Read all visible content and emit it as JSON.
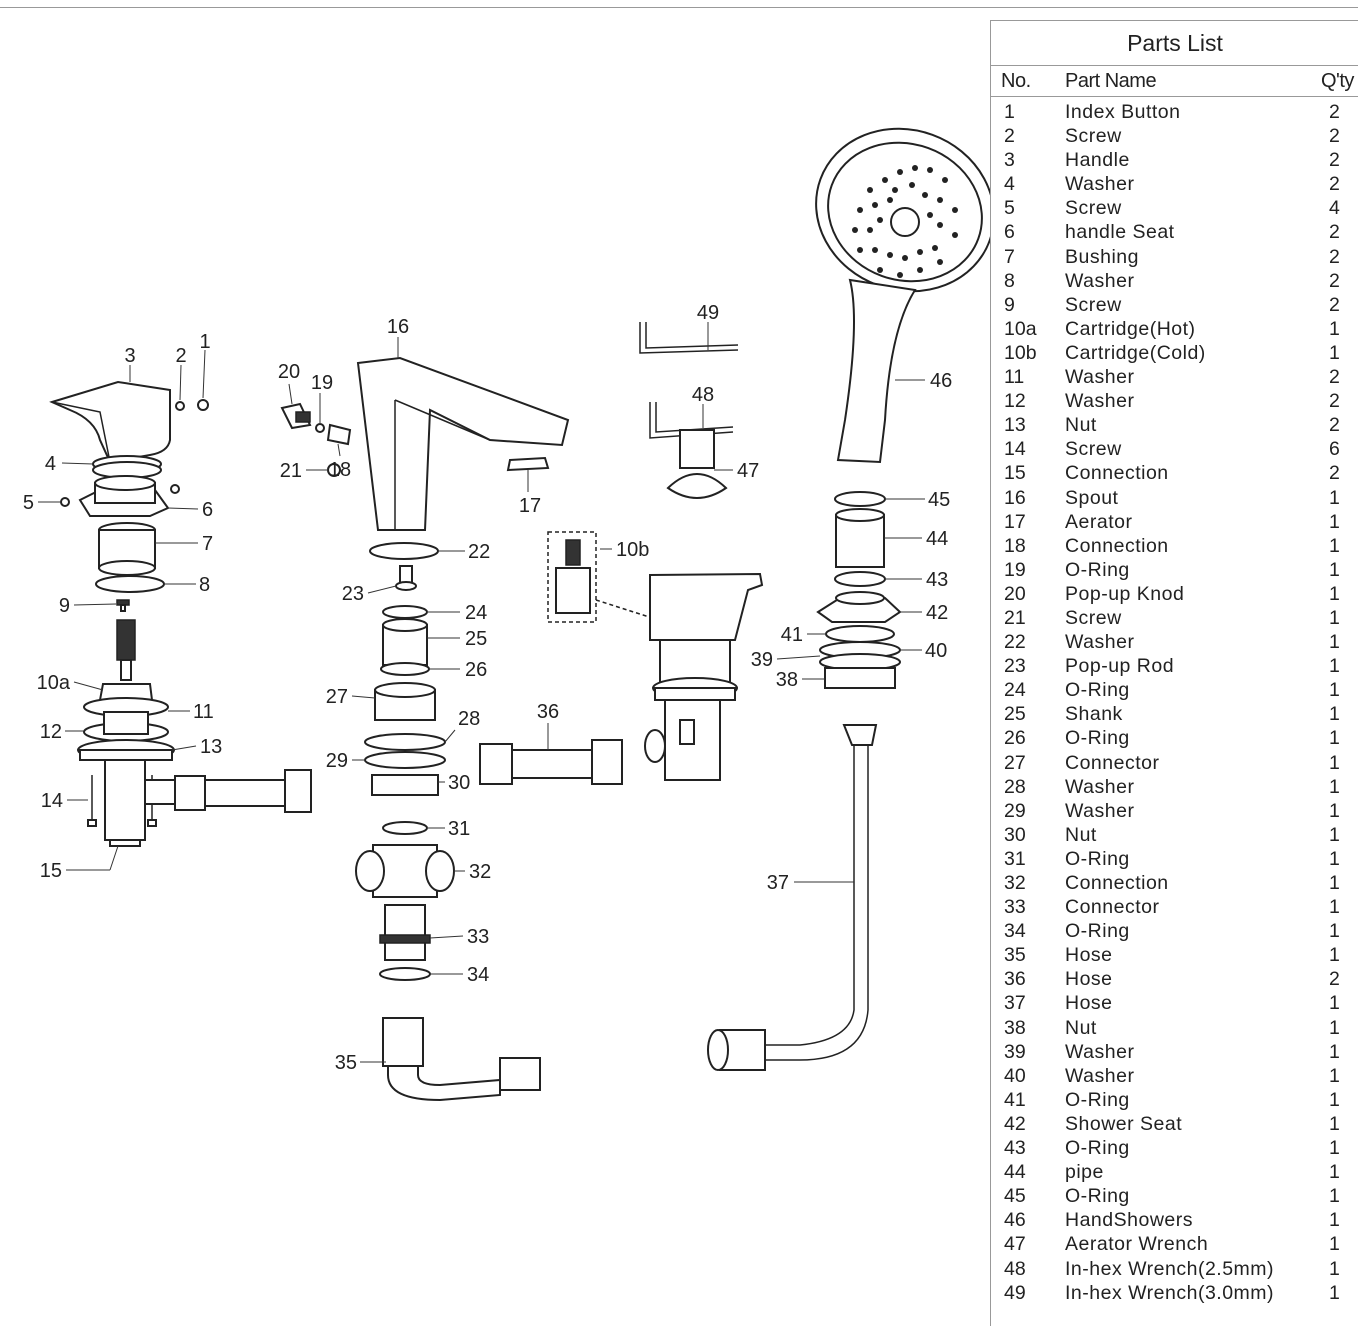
{
  "parts_list": {
    "title": "Parts List",
    "headers": {
      "no": "No.",
      "name": "Part Name",
      "qty": "Q'ty"
    },
    "rows": [
      {
        "no": "1",
        "name": "Index Button",
        "qty": "2"
      },
      {
        "no": "2",
        "name": "Screw",
        "qty": "2"
      },
      {
        "no": "3",
        "name": "Handle",
        "qty": "2"
      },
      {
        "no": "4",
        "name": "Washer",
        "qty": "2"
      },
      {
        "no": "5",
        "name": "Screw",
        "qty": "4"
      },
      {
        "no": "6",
        "name": "handle Seat",
        "qty": "2"
      },
      {
        "no": "7",
        "name": "Bushing",
        "qty": "2"
      },
      {
        "no": "8",
        "name": "Washer",
        "qty": "2"
      },
      {
        "no": "9",
        "name": "Screw",
        "qty": "2"
      },
      {
        "no": "10a",
        "name": "Cartridge(Hot)",
        "qty": "1"
      },
      {
        "no": "10b",
        "name": "Cartridge(Cold)",
        "qty": "1"
      },
      {
        "no": "11",
        "name": "Washer",
        "qty": "2"
      },
      {
        "no": "12",
        "name": "Washer",
        "qty": "2"
      },
      {
        "no": "13",
        "name": "Nut",
        "qty": "2"
      },
      {
        "no": "14",
        "name": "Screw",
        "qty": "6"
      },
      {
        "no": "15",
        "name": "Connection",
        "qty": "2"
      },
      {
        "no": "16",
        "name": "Spout",
        "qty": "1"
      },
      {
        "no": "17",
        "name": "Aerator",
        "qty": "1"
      },
      {
        "no": "18",
        "name": "Connection",
        "qty": "1"
      },
      {
        "no": "19",
        "name": "O-Ring",
        "qty": "1"
      },
      {
        "no": "20",
        "name": "Pop-up Knod",
        "qty": "1"
      },
      {
        "no": "21",
        "name": "Screw",
        "qty": "1"
      },
      {
        "no": "22",
        "name": "Washer",
        "qty": "1"
      },
      {
        "no": "23",
        "name": "Pop-up Rod",
        "qty": "1"
      },
      {
        "no": "24",
        "name": "O-Ring",
        "qty": "1"
      },
      {
        "no": "25",
        "name": "Shank",
        "qty": "1"
      },
      {
        "no": "26",
        "name": "O-Ring",
        "qty": "1"
      },
      {
        "no": "27",
        "name": "Connector",
        "qty": "1"
      },
      {
        "no": "28",
        "name": "Washer",
        "qty": "1"
      },
      {
        "no": "29",
        "name": "Washer",
        "qty": "1"
      },
      {
        "no": "30",
        "name": "Nut",
        "qty": "1"
      },
      {
        "no": "31",
        "name": "O-Ring",
        "qty": "1"
      },
      {
        "no": "32",
        "name": "Connection",
        "qty": "1"
      },
      {
        "no": "33",
        "name": "Connector",
        "qty": "1"
      },
      {
        "no": "34",
        "name": "O-Ring",
        "qty": "1"
      },
      {
        "no": "35",
        "name": "Hose",
        "qty": "1"
      },
      {
        "no": "36",
        "name": "Hose",
        "qty": "2"
      },
      {
        "no": "37",
        "name": "Hose",
        "qty": "1"
      },
      {
        "no": "38",
        "name": "Nut",
        "qty": "1"
      },
      {
        "no": "39",
        "name": "Washer",
        "qty": "1"
      },
      {
        "no": "40",
        "name": "Washer",
        "qty": "1"
      },
      {
        "no": "41",
        "name": "O-Ring",
        "qty": "1"
      },
      {
        "no": "42",
        "name": "Shower Seat",
        "qty": "1"
      },
      {
        "no": "43",
        "name": "O-Ring",
        "qty": "1"
      },
      {
        "no": "44",
        "name": "pipe",
        "qty": "1"
      },
      {
        "no": "45",
        "name": "O-Ring",
        "qty": "1"
      },
      {
        "no": "46",
        "name": "HandShowers",
        "qty": "1"
      },
      {
        "no": "47",
        "name": "Aerator Wrench",
        "qty": "1"
      },
      {
        "no": "48",
        "name": "In-hex Wrench(2.5mm)",
        "qty": "1"
      },
      {
        "no": "49",
        "name": "In-hex Wrench(3.0mm)",
        "qty": "1"
      }
    ]
  },
  "callouts": {
    "c1": "1",
    "c2": "2",
    "c3": "3",
    "c4": "4",
    "c5": "5",
    "c6": "6",
    "c7": "7",
    "c8": "8",
    "c9": "9",
    "c10a": "10a",
    "c10b": "10b",
    "c11": "11",
    "c12": "12",
    "c13": "13",
    "c14": "14",
    "c15": "15",
    "c16": "16",
    "c17": "17",
    "c18": "18",
    "c19": "19",
    "c20": "20",
    "c21": "21",
    "c22": "22",
    "c23": "23",
    "c24": "24",
    "c25": "25",
    "c26": "26",
    "c27": "27",
    "c28": "28",
    "c29": "29",
    "c30": "30",
    "c31": "31",
    "c32": "32",
    "c33": "33",
    "c34": "34",
    "c35": "35",
    "c36": "36",
    "c37": "37",
    "c38": "38",
    "c39": "39",
    "c40": "40",
    "c41": "41",
    "c42": "42",
    "c43": "43",
    "c44": "44",
    "c45": "45",
    "c46": "46",
    "c47": "47",
    "c48": "48",
    "c49": "49"
  }
}
